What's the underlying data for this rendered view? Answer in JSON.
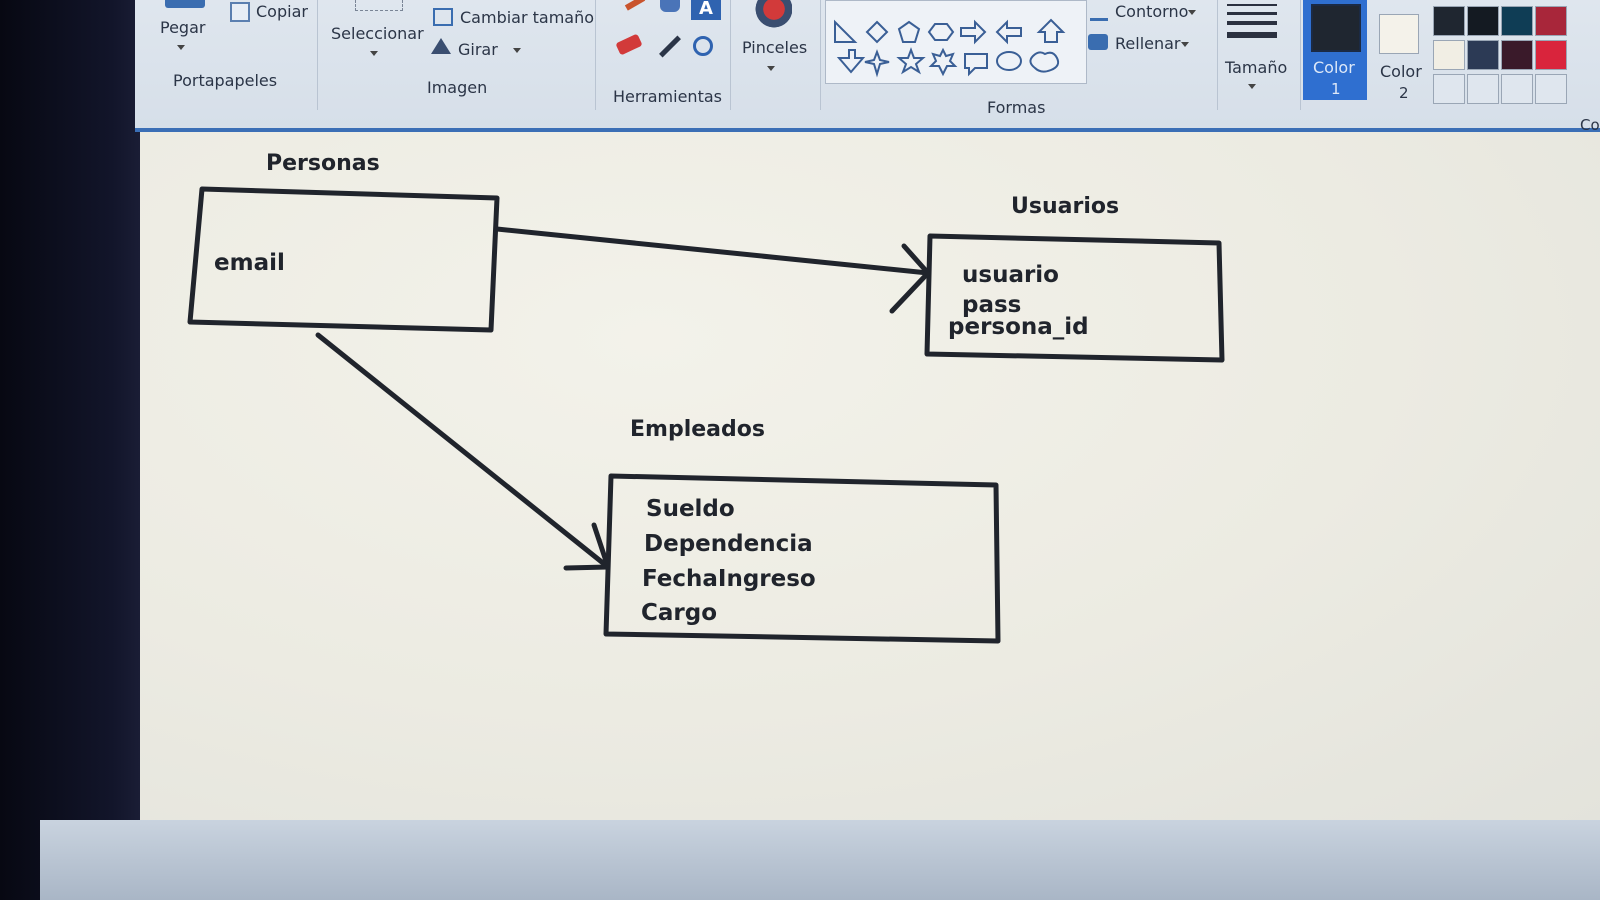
{
  "ribbon": {
    "clipboard": {
      "paste_label": "Pegar",
      "copy_label": "Copiar",
      "group_label": "Portapapeles"
    },
    "image": {
      "select_label": "Seleccionar",
      "resize_label": "Cambiar tamaño",
      "rotate_label": "Girar",
      "group_label": "Imagen"
    },
    "tools": {
      "group_label": "Herramientas"
    },
    "brushes": {
      "label": "Pinceles"
    },
    "shapes": {
      "group_label": "Formas",
      "outline_label": "Contorno",
      "fill_label": "Rellenar"
    },
    "size": {
      "label": "Tamaño"
    },
    "color1": {
      "label": "Color",
      "number": "1",
      "value": "#1f2630"
    },
    "color2": {
      "label": "Color",
      "number": "2",
      "value": "#f4f2ea"
    },
    "colors_label_partial": "Co",
    "palette": [
      "#1f2630",
      "#141a22",
      "#0f3d55",
      "#a8263a",
      "#f1eee4",
      "#2c3a55",
      "#3a1a2a",
      "#d9243c"
    ]
  },
  "diagram": {
    "personas": {
      "title": "Personas",
      "fields": [
        "email"
      ]
    },
    "usuarios": {
      "title": "Usuarios",
      "fields": [
        "usuario",
        "pass",
        "persona_id"
      ]
    },
    "empleados": {
      "title": "Empleados",
      "fields": [
        "Sueldo",
        "Dependencia",
        "FechaIngreso",
        "Cargo"
      ]
    }
  }
}
